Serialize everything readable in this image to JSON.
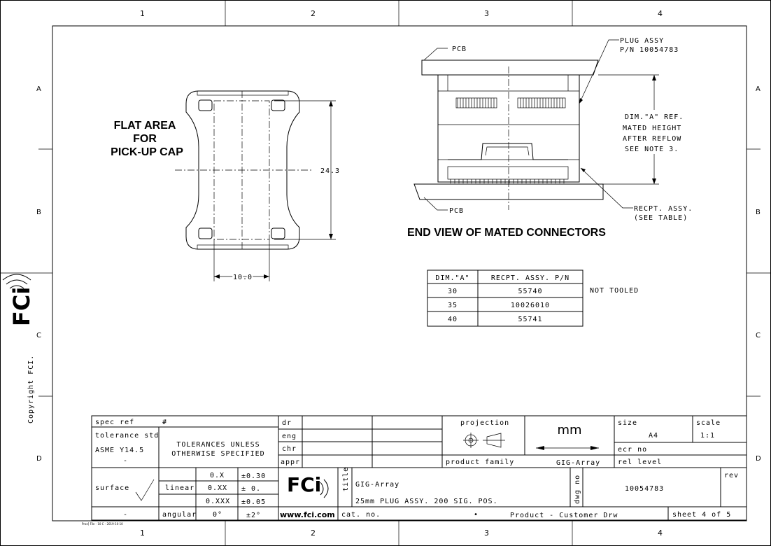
{
  "zone_columns": [
    "1",
    "2",
    "3",
    "4"
  ],
  "zone_rows": [
    "A",
    "B",
    "C",
    "D"
  ],
  "side_logo": "FCi",
  "copyright": "Copyright FCI.",
  "flat_area_note": [
    "FLAT AREA",
    "FOR",
    "PICK-UP CAP"
  ],
  "dim_vertical": "24.3",
  "dim_horizontal": "10.0",
  "callouts": {
    "pcb_top": "PCB",
    "pcb_bottom": "PCB",
    "plug_assy": [
      "PLUG ASSY",
      "P/N 10054783"
    ],
    "dim_a_note": [
      "DIM.\"A\" REF.",
      "MATED HEIGHT",
      "AFTER REFLOW",
      "SEE NOTE 3."
    ],
    "recpt_assy": [
      "RECPT. ASSY.",
      "(SEE TABLE)"
    ]
  },
  "end_view_title": "END VIEW OF MATED CONNECTORS",
  "table": {
    "headers": [
      "DIM.\"A\"",
      "RECPT. ASSY. P/N"
    ],
    "rows": [
      [
        "30",
        "55740"
      ],
      [
        "35",
        "10026010"
      ],
      [
        "40",
        "55741"
      ]
    ],
    "note": "NOT TOOLED"
  },
  "title_block": {
    "spec_ref_label": "spec ref",
    "spec_ref_value": "#",
    "tolerance_std_label": "tolerance std",
    "tolerance_std_value": "ASME Y14.5",
    "tolerance_std_dash": "-",
    "tolerances_text": [
      "TOLERANCES UNLESS",
      "OTHERWISE SPECIFIED"
    ],
    "dr": "dr",
    "eng": "eng",
    "chr": "chr",
    "appr": "appr",
    "projection_label": "projection",
    "units": "mm",
    "size_label": "size",
    "size_value": "A4",
    "scale_label": "scale",
    "scale_value": "1:1",
    "ecr_label": "ecr no",
    "product_family_label": "product family",
    "product_family_value": "GIG-Array",
    "rel_level_label": "rel level",
    "surface_label": "surface",
    "surface_dash": "-",
    "linear_label": "linear",
    "angular_label": "angular",
    "tol_rows": [
      [
        "0.X",
        "±0.30"
      ],
      [
        "0.XX",
        "± 0."
      ],
      [
        "0.XXX",
        "±0.05"
      ]
    ],
    "angular_values": [
      "0°",
      "±2°"
    ],
    "logo_text": "FCi",
    "website": "www.fci.com",
    "title_label": "title",
    "title_main": "GIG-Array",
    "title_sub": "25mm PLUG ASSY. 200 SIG. POS.",
    "dwg_no_label": "dwg no",
    "dwg_no_value": "10054783",
    "rev_label": "rev",
    "cat_no_label": "cat. no.",
    "dot": "•",
    "customer_drw": "Product - Customer Drw",
    "sheet": "sheet 4 of 5",
    "footer_small": "Proe[ File - 10 C - 2019-10-10"
  }
}
